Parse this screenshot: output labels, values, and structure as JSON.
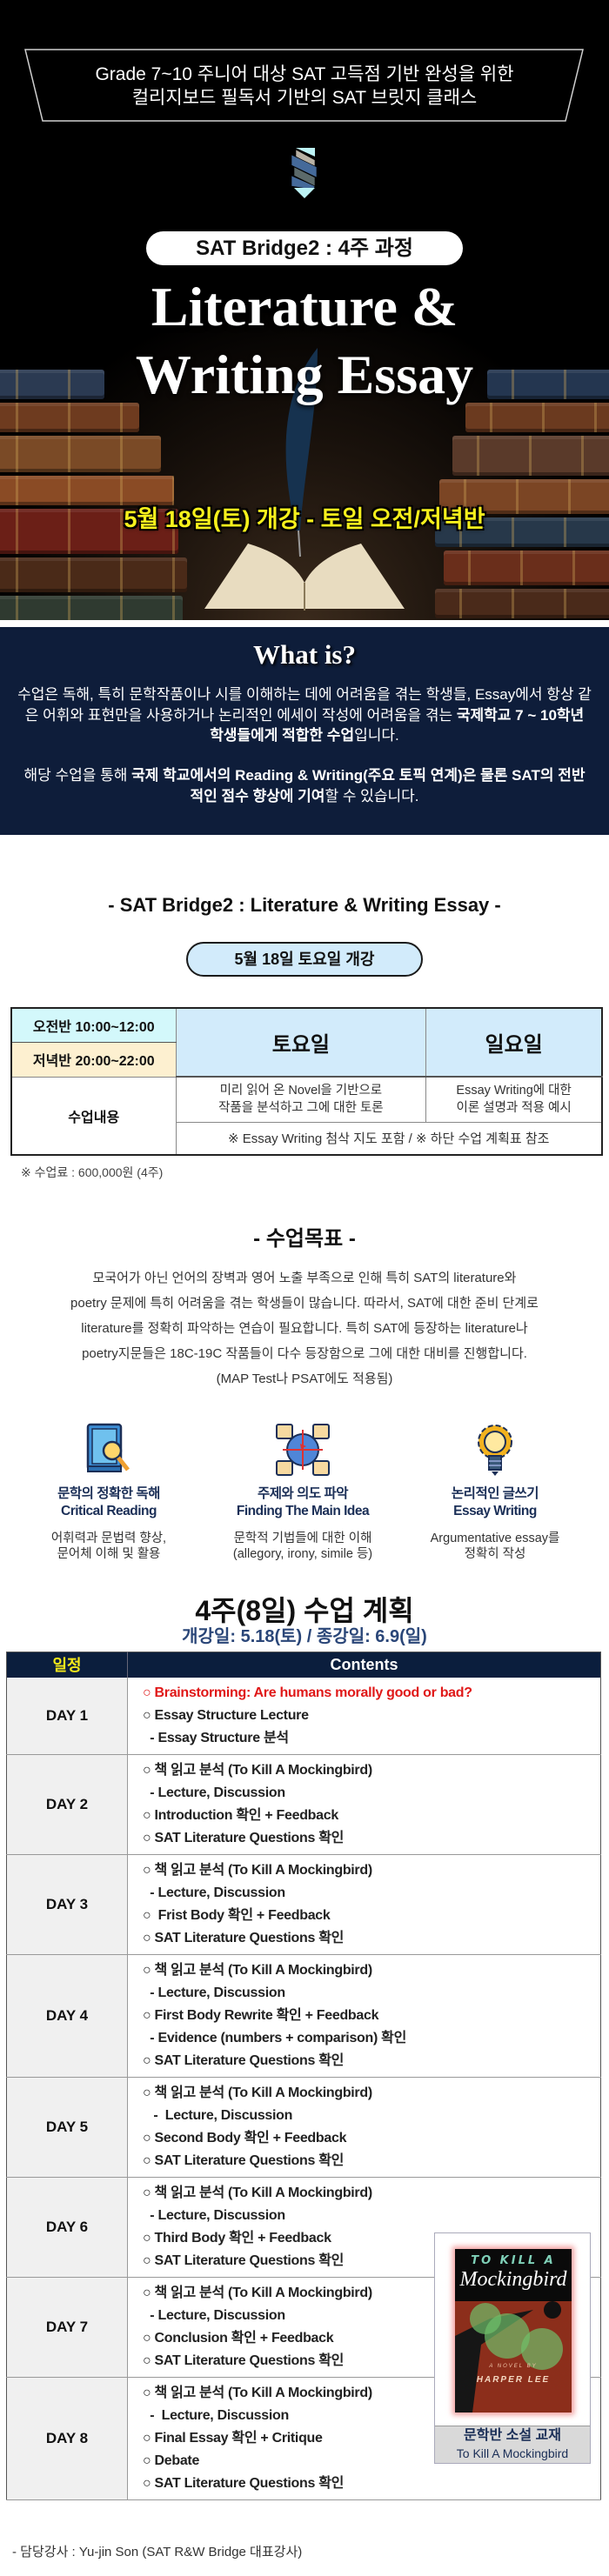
{
  "hero": {
    "tagline": [
      "Grade 7~10 주니어 대상 SAT 고득점 기반 완성을 위한",
      "컬리지보드 필독서 기반의 SAT 브릿지 클래스"
    ],
    "course_pill": "SAT Bridge2 : 4주 과정",
    "title": [
      "Literature &",
      "Writing Essay"
    ],
    "date_banner": "5월 18일(토) 개강 - 토일 오전/저녁반"
  },
  "about": {
    "title": "What is?",
    "p1": [
      {
        "t": "수업은 독해, 특히 문학작품이나 시를 이해하는 데에 어려움을 겪는 학생들,",
        "b": false
      },
      {
        "t": " Essay에서 항상 같은 어휘와 표현만을 사용하거나 논리적인 에세이 작성에 어려움을 겪는 ",
        "b": false
      },
      {
        "t": "국제학교 7 ~ 10학년 학생들에게 적합한 수업",
        "b": true
      },
      {
        "t": "입니다.",
        "b": false
      }
    ],
    "p2": [
      {
        "t": "해당 수업을 통해 ",
        "b": false
      },
      {
        "t": "국제 학교에서의 Reading & Writing(주요 토픽 연계)은 물론 SAT의 전반적인 점수 향상에 기여",
        "b": true
      },
      {
        "t": "할 수 있습니다.",
        "b": false
      }
    ]
  },
  "schedule": {
    "title": "- SAT Bridge2 : Literature & Writing Essay -",
    "open_pill": "5월 18일 토요일 개강",
    "morning": "오전반 10:00~12:00",
    "evening": "저녁반 20:00~22:00",
    "days": [
      "토요일",
      "일요일"
    ],
    "row_label": "수업내용",
    "content": [
      "미리 읽어 온 Novel을 기반으로\n작품을 분석하고 그에 대한 토론",
      "Essay Writing에 대한\n이론 설명과 적용 예시"
    ],
    "note": "※ Essay Writing 첨삭 지도 포함 /  ※ 하단 수업 계획표 참조",
    "fee": "※ 수업료 : 600,000원 (4주)"
  },
  "goals": {
    "title": "- 수업목표 -",
    "text": [
      "모국어가 아닌 언어의 장벽과 영어 노출 부족으로 인해 특히 SAT의 literature와",
      "poetry 문제에 특히 어려움을 겪는 학생들이 많습니다. 따라서, SAT에 대한 준비 단계로",
      "literature를 정확히 파악하는 연습이 필요합니다. 특히 SAT에 등장하는 literature나",
      "poetry지문들은 18C-19C 작품들이 다수 등장함으로 그에 대한 대비를 진행합니다.",
      "(MAP Test나 PSAT에도 적용됨)"
    ],
    "items": [
      {
        "icon": "book-magnifier-icon",
        "title_ko": "문학의 정확한 독해",
        "title_en": "Critical Reading",
        "desc": [
          "어휘력과 문법력 향상,",
          "문어체 이해 및 활용"
        ]
      },
      {
        "icon": "target-charts-icon",
        "title_ko": "주제와 의도 파악",
        "title_en": "Finding The Main Idea",
        "desc": [
          "문학적 기법들에 대한 이해",
          "(allegory, irony, simile 등)"
        ]
      },
      {
        "icon": "lightbulb-gear-icon",
        "title_ko": "논리적인 글쓰기",
        "title_en": "Essay Writing",
        "desc": [
          "Argumentative essay를",
          "정확히 작성"
        ]
      }
    ]
  },
  "plan": {
    "title": "4주(8일) 수업 계획",
    "subtitle": "개강일: 5.18(토) / 종강일: 6.9(일)",
    "headers": [
      "일정",
      "Contents"
    ],
    "rows": [
      {
        "day": "DAY 1",
        "lines": [
          {
            "t": "○ Brainstorming: Are humans morally good or bad?",
            "red": true
          },
          {
            "t": "○ Essay Structure Lecture"
          },
          {
            "t": "  - Essay Structure 분석"
          }
        ]
      },
      {
        "day": "DAY 2",
        "lines": [
          {
            "t": "○ 책 읽고 분석 (To Kill A Mockingbird)"
          },
          {
            "t": "  - Lecture, Discussion"
          },
          {
            "t": "○ Introduction 확인 + Feedback"
          },
          {
            "t": "○ SAT Literature Questions 확인"
          }
        ]
      },
      {
        "day": "DAY 3",
        "lines": [
          {
            "t": "○ 책 읽고 분석 (To Kill A Mockingbird)"
          },
          {
            "t": "  - Lecture, Discussion"
          },
          {
            "t": "○  Frist Body 확인 + Feedback"
          },
          {
            "t": "○ SAT Literature Questions 확인"
          }
        ]
      },
      {
        "day": "DAY 4",
        "lines": [
          {
            "t": "○ 책 읽고 분석 (To Kill A Mockingbird)"
          },
          {
            "t": "  - Lecture, Discussion"
          },
          {
            "t": "○ First Body Rewrite 확인 + Feedback"
          },
          {
            "t": "  - Evidence (numbers + comparison) 확인"
          },
          {
            "t": "○ SAT Literature Questions 확인"
          }
        ]
      },
      {
        "day": "DAY 5",
        "lines": [
          {
            "t": "○ 책 읽고 분석 (To Kill A Mockingbird)"
          },
          {
            "t": "   -  Lecture, Discussion"
          },
          {
            "t": "○ Second Body 확인 + Feedback"
          },
          {
            "t": "○ SAT Literature Questions 확인"
          }
        ]
      },
      {
        "day": "DAY 6",
        "lines": [
          {
            "t": "○ 책 읽고 분석 (To Kill A Mockingbird)"
          },
          {
            "t": "  - Lecture, Discussion"
          },
          {
            "t": "○ Third Body 확인 + Feedback"
          },
          {
            "t": "○ SAT Literature Questions 확인"
          }
        ]
      },
      {
        "day": "DAY 7",
        "lines": [
          {
            "t": "○ 책 읽고 분석 (To Kill A Mockingbird)"
          },
          {
            "t": "  - Lecture, Discussion"
          },
          {
            "t": "○ Conclusion 확인 + Feedback"
          },
          {
            "t": "○ SAT Literature Questions 확인"
          }
        ]
      },
      {
        "day": "DAY 8",
        "lines": [
          {
            "t": "○ 책 읽고 분석 (To Kill A Mockingbird)"
          },
          {
            "t": "  -  Lecture, Discussion"
          },
          {
            "t": "○ Final Essay 확인 + Critique"
          },
          {
            "t": "○ Debate"
          },
          {
            "t": "○ SAT Literature Questions 확인"
          }
        ]
      }
    ]
  },
  "book": {
    "cover_top": "TO KILL A",
    "cover_title": "Mockingbird",
    "cover_byline": "A NOVEL BY",
    "cover_author": "HARPER LEE",
    "caption_ko": "문학반 소설 교재",
    "caption_en": "To Kill A Mockingbird"
  },
  "footer": {
    "instructor": "- 담당강사 : Yu-jin Son (SAT R&W Bridge 대표강사)"
  },
  "colors": {
    "navy": "#0e1d3a",
    "yellow": "#f6f01c",
    "light_blue": "#d2ebfb",
    "red": "#e01818",
    "heading_blue": "#2a4678"
  }
}
